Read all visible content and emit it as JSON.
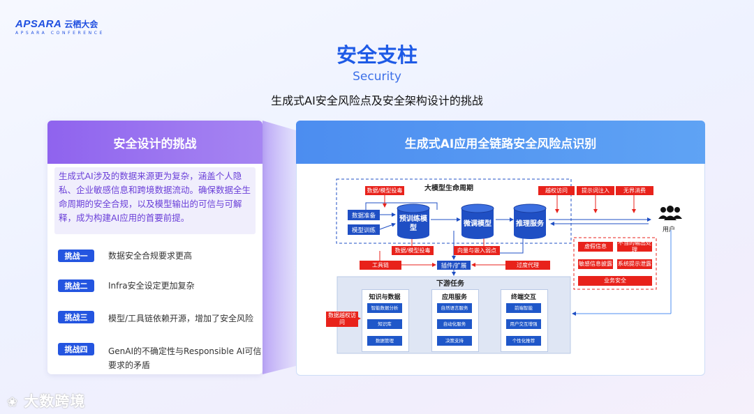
{
  "brand": {
    "logo_text": "APSARA",
    "logo_cn": "云栖大会",
    "logo_sub": "APSARA CONFERENCE"
  },
  "title": "安全支柱",
  "subtitle": "Security",
  "subheading": "生成式AI安全风险点及安全架构设计的挑战",
  "left_panel": {
    "heading": "安全设计的挑战",
    "description": "生成式AI涉及的数据来源更为复杂，涵盖个人隐私、企业敏感信息和跨境数据流动。确保数据全生命周期的安全合规，以及模型输出的可信与可解释，成为构建AI应用的首要前提。",
    "challenges": [
      {
        "badge": "挑战一",
        "text": "数据安全合规要求更高"
      },
      {
        "badge": "挑战二",
        "text": "Infra安全设定更加复杂"
      },
      {
        "badge": "挑战三",
        "text": "模型/工具链依赖开源，增加了安全风险"
      },
      {
        "badge": "挑战四",
        "text": "GenAI的不确定性与Responsible AI可信要求的矛盾"
      }
    ]
  },
  "right_panel": {
    "heading": "生成式AI应用全链路安全风险点识别",
    "diagram": {
      "lifecycle_label": "大模型生命周期",
      "data_prep": "数据准备",
      "model_train": "模型训练",
      "cylinders": [
        "预训练模型",
        "微调模型",
        "推理服务"
      ],
      "risk_top": [
        "数据/模型投毒",
        "越权访问",
        "提示词注入",
        "无界消费"
      ],
      "risk_mid": [
        "数据/模型投毒",
        "向量与嵌入弱点"
      ],
      "risk_bottom": [
        "工具链",
        "过度代理"
      ],
      "plugin": "插件/扩展",
      "user": "用户",
      "user_risks": [
        "虚假信息",
        "不当的输出处理",
        "敏感信息披露",
        "系统提示泄露",
        "业务安全"
      ],
      "downstream_label": "下游任务",
      "data_access_risk": "数据越权访问",
      "groups": [
        {
          "title": "知识与数据",
          "items": [
            "智能数据分析",
            "知识库",
            "数据管理"
          ]
        },
        {
          "title": "应用服务",
          "items": [
            "自然语言服务",
            "自动化服务",
            "决策支持"
          ]
        },
        {
          "title": "终端交互",
          "items": [
            "前端智能",
            "用户交互增强",
            "个性化推荐"
          ]
        }
      ]
    }
  },
  "watermark": "大数跨境",
  "colors": {
    "primary_blue": "#1e5ae6",
    "purple": "#8f63ee",
    "risk_red": "#e8221b",
    "node_blue": "#1f4fc4"
  }
}
